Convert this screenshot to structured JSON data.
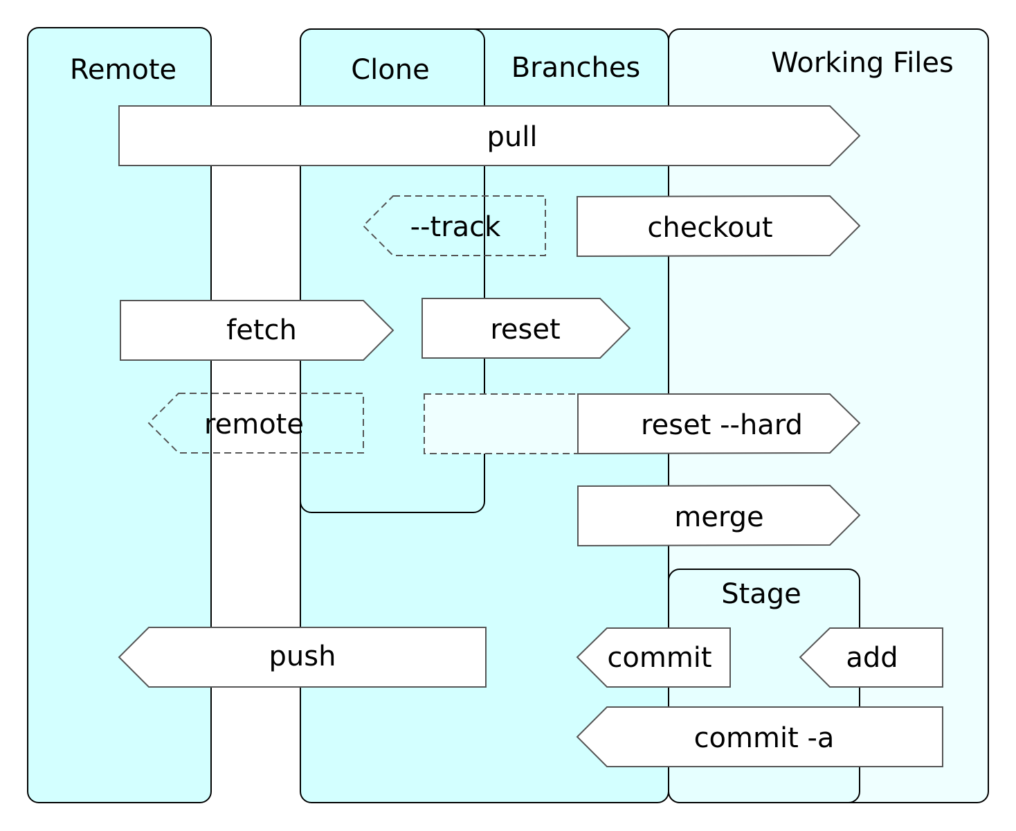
{
  "colors": {
    "lane_fill": "#d3ffff",
    "working_fill": "#efffff",
    "stage_fill": "#e6ffff",
    "arrow_fill": "#ffffff",
    "arrow_stroke": "#555555",
    "lane_stroke": "#000000"
  },
  "lanes": {
    "remote": "Remote",
    "clone": "Clone",
    "branches": "Branches",
    "working_files": "Working Files",
    "stage": "Stage"
  },
  "commands": {
    "pull": "pull",
    "track": "--track",
    "checkout": "checkout",
    "fetch": "fetch",
    "reset": "reset",
    "remote": "remote",
    "reset_hard": "reset --hard",
    "merge": "merge",
    "push": "push",
    "commit": "commit",
    "add": "add",
    "commit_a": "commit -a"
  }
}
